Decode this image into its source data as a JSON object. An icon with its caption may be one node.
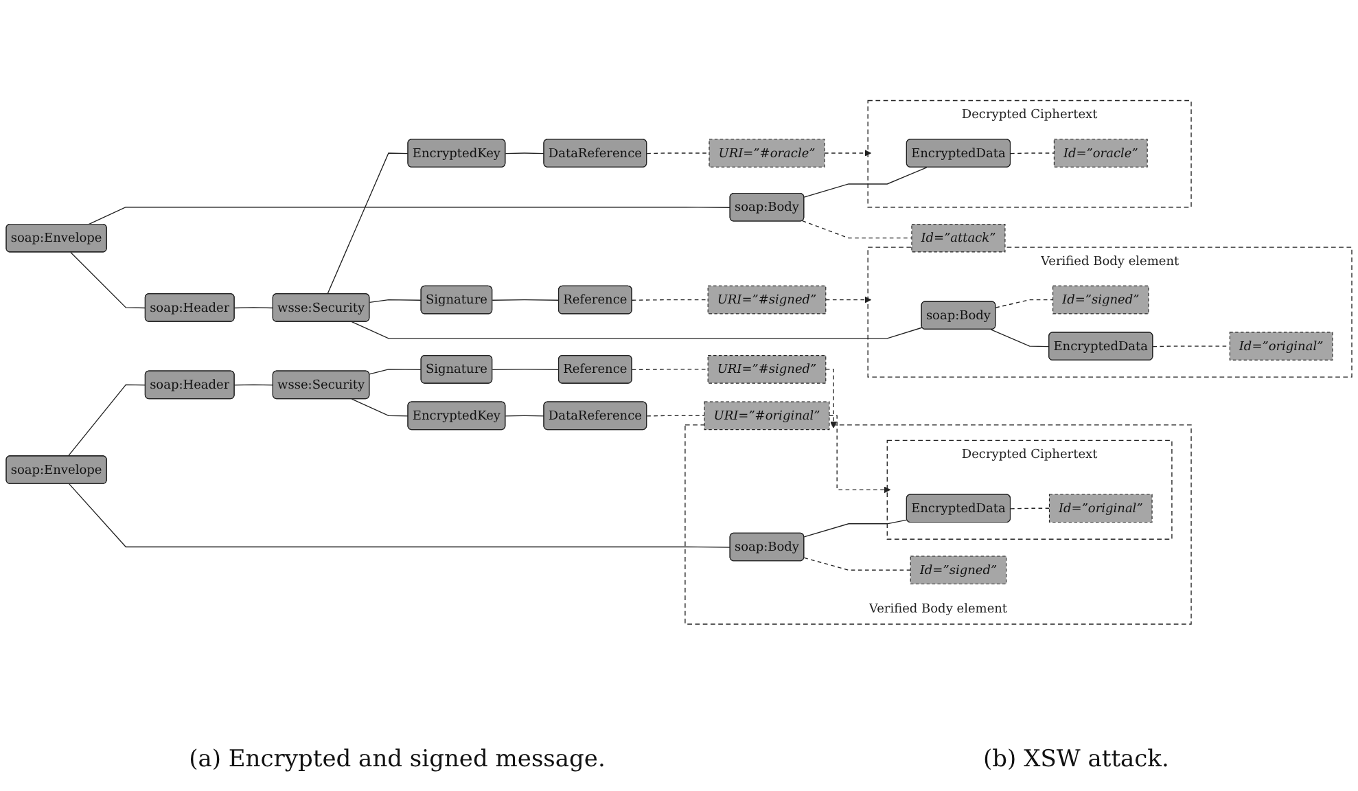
{
  "diagram": {
    "nodes": [
      {
        "text": [
          "soap:Envelope"
        ]
      },
      {
        "text": [
          "soap:Header"
        ]
      },
      {
        "text": [
          "wsse:Security"
        ]
      },
      {
        "text": [
          "Signature"
        ]
      },
      {
        "text": [
          "Reference"
        ]
      },
      {
        "text": [
          "URI=”#signed”"
        ]
      },
      {
        "text": [
          "EncryptedKey"
        ]
      },
      {
        "text": [
          "DataReference"
        ]
      },
      {
        "text": [
          "URI=”#original”"
        ]
      },
      {
        "text": [
          "Verified Body element"
        ]
      },
      {
        "text": [
          "soap:Body"
        ],
        "in": 9
      },
      {
        "text": [
          "Id=”signed”"
        ],
        "in": 9
      },
      {
        "text": [
          "Decrypted Ciphertext"
        ],
        "in": 9
      },
      {
        "text": [
          "EncryptedData"
        ],
        "in": 12
      },
      {
        "text": [
          "Id=”original”"
        ],
        "in": 12
      },
      {
        "text": [
          "soap:Envelope"
        ]
      },
      {
        "text": [
          "soap:Header"
        ]
      },
      {
        "text": [
          "wsse:Security"
        ]
      },
      {
        "text": [
          "Signature"
        ]
      },
      {
        "text": [
          "Reference"
        ]
      },
      {
        "text": [
          "URI=”#signed”"
        ]
      },
      {
        "text": [
          "Verified Body element"
        ]
      },
      {
        "text": [
          "soap:Body"
        ],
        "in": 21
      },
      {
        "text": [
          "Id=”signed”"
        ],
        "in": 21
      },
      {
        "text": [
          "EncryptedData"
        ],
        "in": 21
      },
      {
        "text": [
          "Id=”original”"
        ],
        "in": 21
      },
      {
        "text": [
          "EncryptedKey"
        ]
      },
      {
        "text": [
          "DataReference"
        ]
      },
      {
        "text": [
          "URI=”#oracle”"
        ]
      },
      {
        "text": [
          "soap:Body"
        ]
      },
      {
        "text": [
          "Id=”attack”"
        ]
      },
      {
        "text": [
          "Decrypted Ciphertext"
        ]
      },
      {
        "text": [
          "EncryptedData"
        ],
        "in": 31
      },
      {
        "text": [
          "Id=”oracle”"
        ],
        "in": 31
      }
    ],
    "edges": [
      {
        "from": 0,
        "to": 1,
        "arrow": "none"
      },
      {
        "from": 1,
        "to": 2,
        "arrow": "none"
      },
      {
        "from": 2,
        "to": 3,
        "arrow": "none"
      },
      {
        "from": 3,
        "to": 4,
        "arrow": "none"
      },
      {
        "from": 4,
        "to": 5,
        "arrow": "none",
        "style": "dashed"
      },
      {
        "from": 2,
        "to": 6,
        "arrow": "none"
      },
      {
        "from": 6,
        "to": 7,
        "arrow": "none"
      },
      {
        "from": 7,
        "to": 8,
        "arrow": "none",
        "style": "dashed"
      },
      {
        "from": 0,
        "to": 10,
        "arrow": "none"
      },
      {
        "from": 10,
        "to": 11,
        "arrow": "none",
        "style": "dashed"
      },
      {
        "from": 10,
        "to": 13,
        "arrow": "none"
      },
      {
        "from": 13,
        "to": 14,
        "arrow": "none",
        "style": "dashed"
      },
      {
        "from": 8,
        "to": 12,
        "arrow": "to",
        "style": "dashed"
      },
      {
        "from": 5,
        "to": 9,
        "arrow": "to",
        "style": "dashed"
      },
      {
        "from": 15,
        "to": 16,
        "arrow": "none"
      },
      {
        "from": 16,
        "to": 17,
        "arrow": "none"
      },
      {
        "from": 17,
        "to": 18,
        "arrow": "none"
      },
      {
        "from": 18,
        "to": 19,
        "arrow": "none"
      },
      {
        "from": 19,
        "to": 20,
        "arrow": "none",
        "style": "dashed"
      },
      {
        "from": 17,
        "to": 22,
        "arrow": "none"
      },
      {
        "from": 22,
        "to": 23,
        "arrow": "none",
        "style": "dashed"
      },
      {
        "from": 22,
        "to": 24,
        "arrow": "none"
      },
      {
        "from": 24,
        "to": 25,
        "arrow": "none",
        "style": "dashed"
      },
      {
        "from": 20,
        "to": 21,
        "arrow": "to",
        "style": "dashed"
      },
      {
        "from": 17,
        "to": 26,
        "arrow": "none"
      },
      {
        "from": 26,
        "to": 27,
        "arrow": "none"
      },
      {
        "from": 27,
        "to": 28,
        "arrow": "none",
        "style": "dashed"
      },
      {
        "from": 15,
        "to": 29,
        "arrow": "none"
      },
      {
        "from": 29,
        "to": 30,
        "arrow": "none",
        "style": "dashed"
      },
      {
        "from": 29,
        "to": 32,
        "arrow": "none"
      },
      {
        "from": 32,
        "to": 33,
        "arrow": "none",
        "style": "dashed"
      },
      {
        "from": 28,
        "to": 31,
        "arrow": "to",
        "style": "dashed"
      }
    ],
    "labels": [
      "(a) Encrypted and signed message.",
      "(b) XSW attack."
    ]
  }
}
